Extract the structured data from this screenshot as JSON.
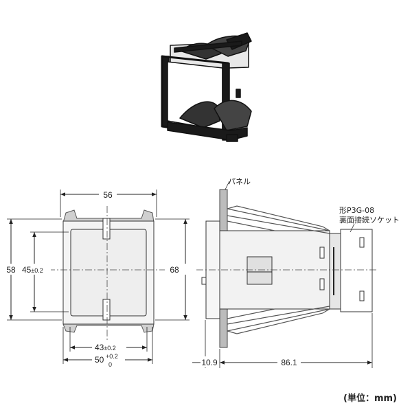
{
  "front_view": {
    "width_top": "56",
    "height_outer": "58",
    "height_inner_value": "45",
    "height_inner_tol": "±0.2",
    "height_right": "68",
    "width_inner_value": "43",
    "width_inner_tol": "±0.2",
    "width_bottom_value": "50",
    "width_bottom_tol_plus": "+0.2",
    "width_bottom_tol_minus": "0"
  },
  "side_view": {
    "panel_label": "パネル",
    "socket_label_line1": "形P3G-08",
    "socket_label_line2": "裏面接続ソケット",
    "dim_left": "10.9",
    "dim_right": "86.1"
  },
  "unit_label": "(単位：mm)",
  "colors": {
    "line": "#222222",
    "panel_fill": "#bcbcbc",
    "body_fill": "#f2f2f2",
    "window_fill": "#eeeeee"
  }
}
